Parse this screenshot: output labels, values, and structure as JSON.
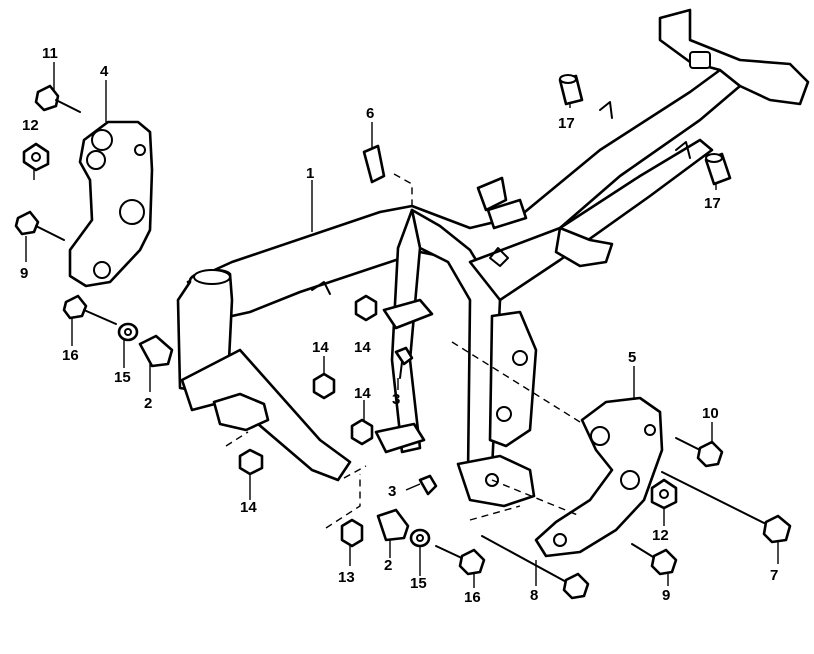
{
  "diagram": {
    "callouts": [
      {
        "id": "c1",
        "text": "1"
      },
      {
        "id": "c2a",
        "text": "2"
      },
      {
        "id": "c2b",
        "text": "2"
      },
      {
        "id": "c3a",
        "text": "3"
      },
      {
        "id": "c3b",
        "text": "3"
      },
      {
        "id": "c4",
        "text": "4"
      },
      {
        "id": "c5",
        "text": "5"
      },
      {
        "id": "c6",
        "text": "6"
      },
      {
        "id": "c7",
        "text": "7"
      },
      {
        "id": "c8",
        "text": "8"
      },
      {
        "id": "c9a",
        "text": "9"
      },
      {
        "id": "c9b",
        "text": "9"
      },
      {
        "id": "c10",
        "text": "10"
      },
      {
        "id": "c11",
        "text": "11"
      },
      {
        "id": "c12a",
        "text": "12"
      },
      {
        "id": "c12b",
        "text": "12"
      },
      {
        "id": "c13",
        "text": "13"
      },
      {
        "id": "c14a",
        "text": "14"
      },
      {
        "id": "c14b",
        "text": "14"
      },
      {
        "id": "c14c",
        "text": "14"
      },
      {
        "id": "c14d",
        "text": "14"
      },
      {
        "id": "c15a",
        "text": "15"
      },
      {
        "id": "c15b",
        "text": "15"
      },
      {
        "id": "c16a",
        "text": "16"
      },
      {
        "id": "c16b",
        "text": "16"
      },
      {
        "id": "c17a",
        "text": "17"
      },
      {
        "id": "c17b",
        "text": "17"
      }
    ],
    "colors": {
      "ink": "#000000",
      "paper": "#ffffff"
    }
  }
}
